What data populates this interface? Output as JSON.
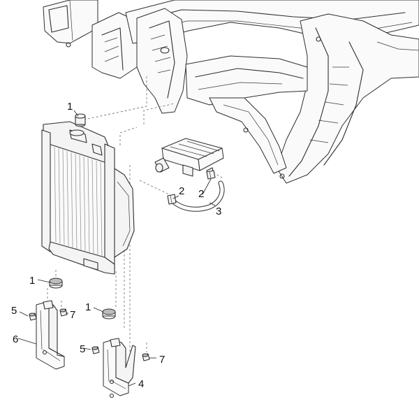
{
  "callouts": {
    "c1a": "1",
    "c1b": "1",
    "c1c": "1",
    "c2a": "2",
    "c2b": "2",
    "c3": "3",
    "c4": "4",
    "c5a": "5",
    "c5b": "5",
    "c6": "6",
    "c7a": "7",
    "c7b": "7"
  }
}
